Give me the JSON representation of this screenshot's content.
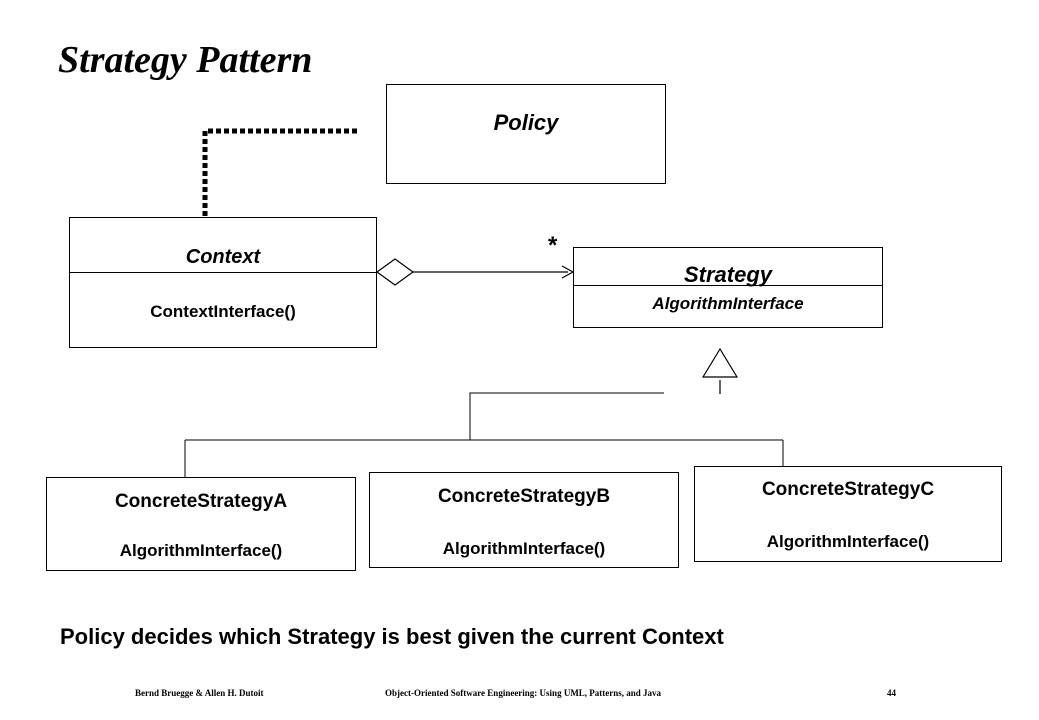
{
  "title": "Strategy Pattern",
  "policy": {
    "name": "Policy"
  },
  "context": {
    "name": "Context",
    "operation": "ContextInterface()"
  },
  "multiplicity": "*",
  "strategy": {
    "name": "Strategy",
    "operation": "AlgorithmInterface"
  },
  "concrete": [
    {
      "name": "ConcreteStrategyA",
      "operation": "AlgorithmInterface()"
    },
    {
      "name": "ConcreteStrategyB",
      "operation": "AlgorithmInterface()"
    },
    {
      "name": "ConcreteStrategyC",
      "operation": "AlgorithmInterface()"
    }
  ],
  "caption": "Policy decides which Strategy is best given the current Context",
  "footer": {
    "authors": "Bernd Bruegge & Allen H. Dutoit",
    "book": "Object-Oriented Software Engineering: Using UML, Patterns, and Java",
    "page": "44"
  }
}
